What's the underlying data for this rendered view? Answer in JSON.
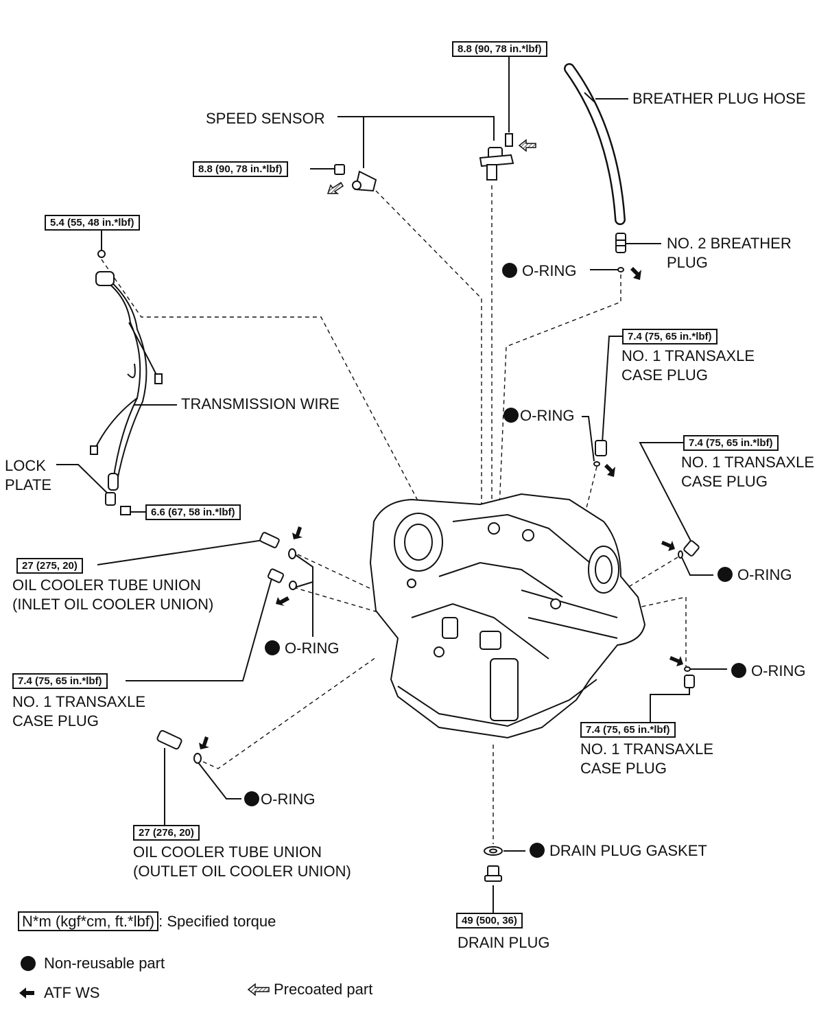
{
  "labels": {
    "speed_sensor": "SPEED SENSOR",
    "breather_plug_hose": "BREATHER PLUG HOSE",
    "no2_breather_plug_1": "NO. 2 BREATHER",
    "no2_breather_plug_2": "PLUG",
    "o_ring": "O-RING",
    "no1_case_plug_1": "NO. 1 TRANSAXLE",
    "no1_case_plug_2a": "CASE  PLUG",
    "no1_case_plug_2b": "CASE PLUG",
    "transmission_wire": "TRANSMISSION WIRE",
    "lock_plate_1": "LOCK",
    "lock_plate_2": "PLATE",
    "oil_cooler_union": "OIL COOLER TUBE UNION",
    "inlet_union": "(INLET OIL COOLER UNION)",
    "outlet_union": "(OUTLET OIL COOLER UNION)",
    "drain_plug_gasket": "DRAIN PLUG GASKET",
    "drain_plug": "DRAIN PLUG"
  },
  "torques": {
    "sensor_top": "8.8 (90, 78 in.*lbf)",
    "sensor_left": "8.8 (90, 78 in.*lbf)",
    "wire_top": "5.4 (55, 48 in.*lbf)",
    "lock_plate": "6.6 (67, 58 in.*lbf)",
    "case_plug_top": "7.4 (75, 65 in.*lbf)",
    "case_plug_right": "7.4 (75, 65 in.*lbf)",
    "case_plug_left": "7.4 (75, 65 in.*lbf)",
    "case_plug_bottom": "7.4 (75, 65 in.*lbf)",
    "inlet_union": "27 (275, 20)",
    "outlet_union": "27 (276, 20)",
    "drain_plug": "49 (500, 36)"
  },
  "legend": {
    "torque_unit": "N*m (kgf*cm, ft.*lbf)",
    "torque_desc": ": Specified torque",
    "non_reusable": "Non-reusable part",
    "atf_ws": "ATF WS",
    "precoated": "Precoated part"
  },
  "icons": [
    "filled-circle-icon",
    "arrow-icon",
    "hatched-arrow-icon"
  ]
}
